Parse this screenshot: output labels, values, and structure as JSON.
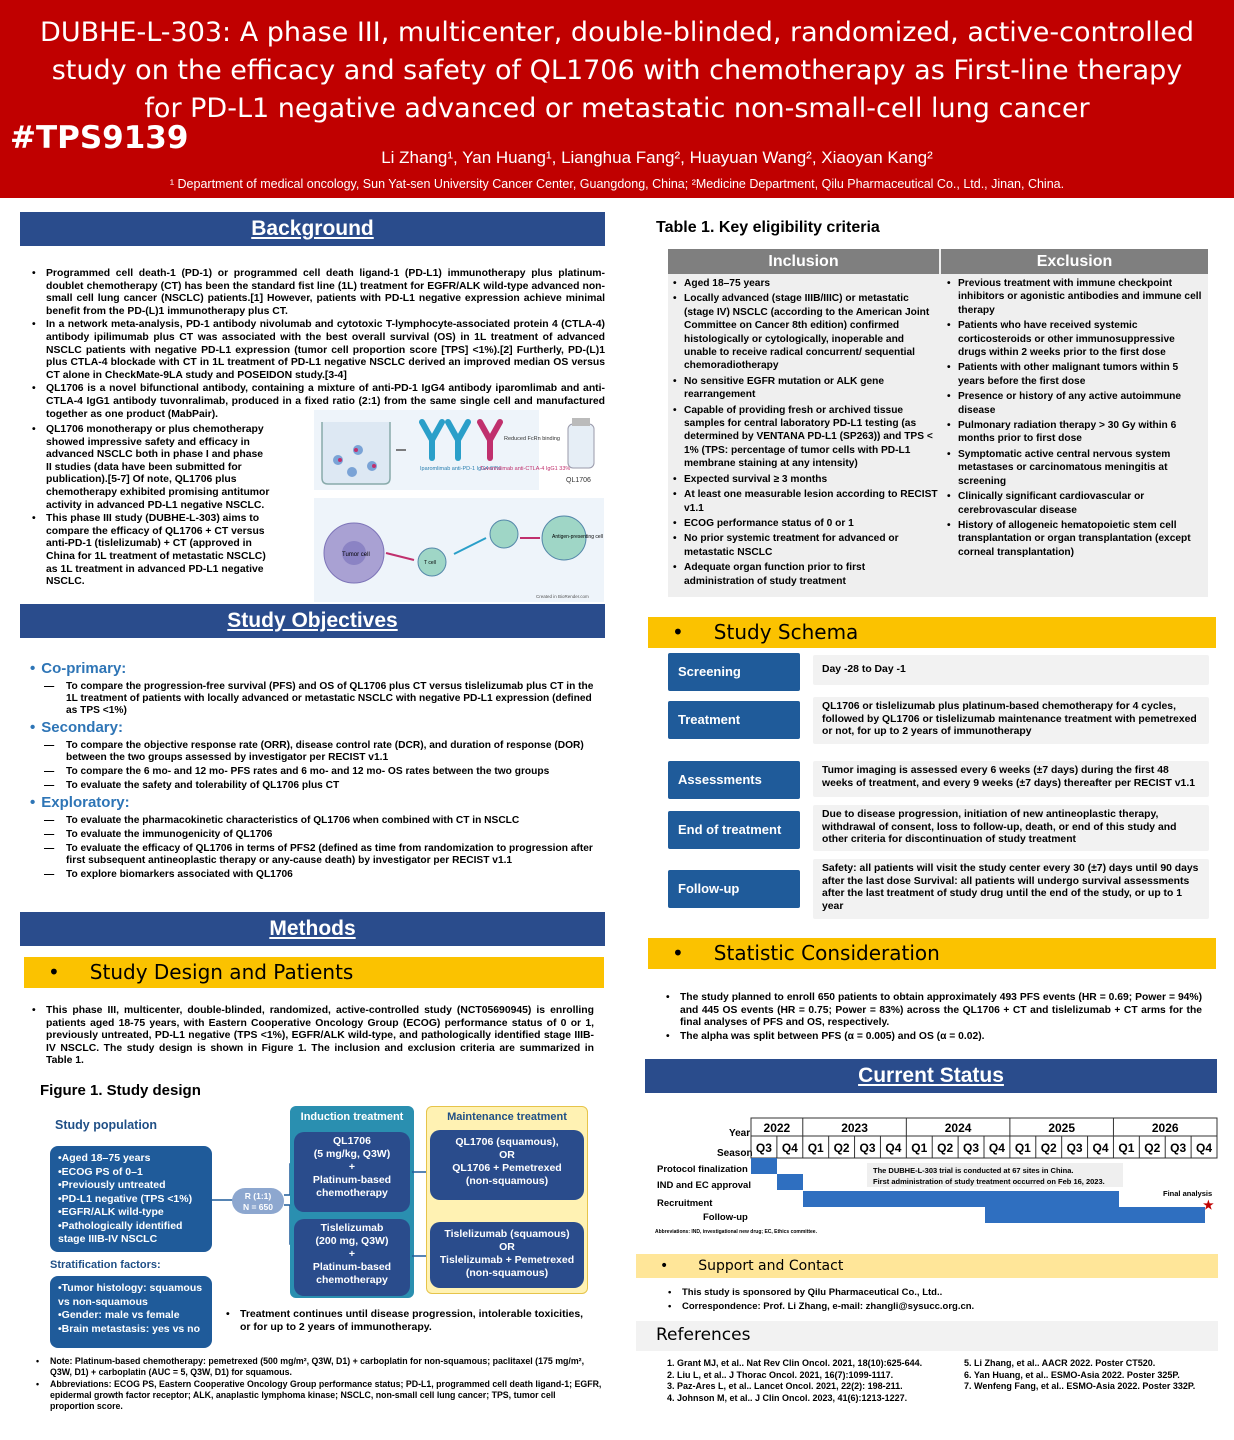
{
  "header": {
    "title": "DUBHE-L-303: A phase III, multicenter, double-blinded, randomized, active-controlled study on the efficacy and safety of QL1706 with chemotherapy as First-line therapy for PD-L1 negative advanced or metastatic non-small-cell lung cancer",
    "tps": "#TPS9139",
    "authors": "Li Zhang¹, Yan Huang¹, Lianghua Fang², Huayuan Wang², Xiaoyan Kang²",
    "affiliations": "¹ Department of medical oncology, Sun Yat-sen University Cancer Center, Guangdong, China; ²Medicine Department, Qilu Pharmaceutical Co., Ltd., Jinan, China."
  },
  "background": {
    "heading": "Background",
    "bullets": [
      "Programmed cell death-1 (PD-1) or programmed cell death ligand-1 (PD-L1) immunotherapy plus platinum-doublet chemotherapy (CT) has been the standard fist line (1L) treatment for EGFR/ALK wild-type advanced non-small cell lung cancer (NSCLC) patients.[1] However, patients with PD-L1 negative expression achieve minimal benefit from the PD-(L)1 immunotherapy plus CT.",
      "In a network meta-analysis, PD-1 antibody nivolumab and cytotoxic T-lymphocyte-associated protein 4 (CTLA-4) antibody ipilimumab plus CT was associated with the best overall survival (OS) in 1L treatment of advanced NSCLC patients with negative PD-L1 expression (tumor cell proportion score [TPS] <1%).[2] Furtherly, PD-(L)1 plus CTLA-4 blockade with CT in 1L treatment of PD-L1 negative NSCLC derived an improved median OS versus CT alone in CheckMate-9LA study and POSEIDON study.[3-4]",
      "QL1706 is a novel bifunctional antibody, containing a mixture of anti-PD-1 IgG4 antibody iparomlimab and anti-CTLA-4 IgG1 antibody tuvonralimab, produced in a fixed ratio (2:1) from the same single cell and manufactured together as one product (MabPair)."
    ],
    "bullets_narrow": [
      "QL1706 monotherapy or plus chemotherapy showed impressive safety and efficacy in advanced NSCLC both in phase I and phase II studies (data have been submitted for publication).[5-7] Of note, QL1706 plus chemotherapy exhibited promising antitumor activity in advanced PD-L1 negative NSCLC.",
      "This phase III study (DUBHE-L-303) aims to compare the efficacy of QL1706 + CT versus anti-PD-1 (tislelizumab) + CT (approved in China for 1L treatment of metastatic NSCLC) as 1L treatment in advanced PD-L1 negative NSCLC."
    ],
    "fig_labels": {
      "ipa": "Iparomlimab anti-PD-1 IgG4 67%",
      "tuv": "Tuvonralimab anti-CTLA-4 IgG1 33%",
      "fcrn": "Reduced FcRn binding",
      "vial": "QL1706",
      "tumor": "Tumor cell",
      "apc": "Antigen-presenting cell",
      "tcell": "T cell",
      "credit": "Created in BioRender.com"
    }
  },
  "objectives": {
    "heading": "Study Objectives",
    "groups": [
      {
        "title": "Co-primary:",
        "items": [
          "To compare the progression-free survival (PFS) and OS of QL1706 plus CT versus tislelizumab plus CT in the 1L treatment of patients with locally advanced or metastatic NSCLC with negative PD-L1 expression (defined as TPS <1%)"
        ]
      },
      {
        "title": "Secondary:",
        "items": [
          "To compare the objective response rate (ORR), disease control rate (DCR), and duration of response (DOR) between the two groups assessed by investigator per RECIST v1.1",
          "To compare the 6 mo- and 12 mo- PFS rates and 6 mo- and 12 mo- OS rates between the two groups",
          "To evaluate the safety and tolerability of QL1706 plus CT"
        ]
      },
      {
        "title": "Exploratory:",
        "items": [
          "To evaluate the pharmacokinetic characteristics of QL1706 when combined with CT in NSCLC",
          "To evaluate the immunogenicity of QL1706",
          "To evaluate the efficacy of QL1706 in terms of PFS2 (defined as time from randomization to progression after first subsequent antineoplastic therapy or any-cause death) by investigator per RECIST v1.1",
          "To explore biomarkers associated with QL1706"
        ]
      }
    ]
  },
  "methods": {
    "heading": "Methods",
    "design_heading": "Study Design and Patients",
    "design_text": "This phase III, multicenter, double-blinded, randomized, active-controlled study (NCT05690945) is enrolling patients aged 18-75 years, with Eastern Cooperative Oncology Group (ECOG) performance status of 0 or 1, previously untreated, PD-L1 negative (TPS <1%), EGFR/ALK wild-type, and pathologically identified stage IIIB-IV NSCLC. The study design is shown in Figure 1. The inclusion and exclusion criteria are summarized in Table 1.",
    "figure_title": "Figure 1. Study design",
    "fig": {
      "pop_title": "Study population",
      "pop_items": [
        "•Aged 18–75 years",
        "•ECOG PS of 0–1",
        "•Previously untreated",
        "•PD-L1 negative (TPS <1%)",
        "•EGFR/ALK wild-type",
        "•Pathologically identified",
        " stage IIIB-IV NSCLC"
      ],
      "strat_title": "Stratification factors:",
      "strat_items": [
        "•Tumor histology: squamous",
        " vs non-squamous",
        "•Gender: male vs female",
        "•Brain metastasis: yes vs no"
      ],
      "rand": "R (1:1)",
      "n": "N = 650",
      "induction": "Induction treatment",
      "maintenance": "Maintenance treatment",
      "arm1_ind": [
        "QL1706",
        "(5 mg/kg, Q3W)",
        "+",
        "Platinum-based",
        "chemotherapy"
      ],
      "arm2_ind": [
        "Tislelizumab",
        "(200 mg, Q3W)",
        "+",
        "Platinum-based",
        "chemotherapy"
      ],
      "arm1_main": [
        "QL1706 (squamous),",
        "OR",
        "QL1706 + Pemetrexed",
        "(non-squamous)"
      ],
      "arm2_main": [
        "Tislelizumab (squamous)",
        "OR",
        "Tislelizumab + Pemetrexed",
        "(non-squamous)"
      ],
      "continue": "Treatment continues until disease progression, intolerable toxicities, or for up to 2 years of immunotherapy."
    },
    "notes": [
      "Note: Platinum-based chemotherapy: pemetrexed (500 mg/m², Q3W, D1) + carboplatin for non-squamous; paclitaxel (175 mg/m², Q3W, D1) + carboplatin (AUC = 5, Q3W, D1) for squamous.",
      "Abbreviations: ECOG PS, Eastern Cooperative Oncology Group performance status; PD-L1, programmed cell death ligand-1; EGFR, epidermal growth factor receptor; ALK, anaplastic lymphoma kinase; NSCLC, non-small cell lung cancer; TPS, tumor cell proportion score."
    ]
  },
  "table1": {
    "title": "Table 1. Key eligibility criteria",
    "inclusion_head": "Inclusion",
    "exclusion_head": "Exclusion",
    "inclusion": [
      "Aged 18–75 years",
      "Locally advanced (stage IIIB/IIIC) or metastatic (stage IV) NSCLC (according to the American Joint Committee on Cancer 8th edition) confirmed histologically or cytologically, inoperable and unable to receive radical concurrent/ sequential chemoradiotherapy",
      "No sensitive EGFR mutation or ALK gene rearrangement",
      "Capable of providing fresh or archived tissue samples for central laboratory PD-L1 testing (as determined by VENTANA PD-L1 (SP263)) and TPS < 1% (TPS: percentage of tumor cells with PD-L1 membrane staining at any intensity)",
      "Expected survival ≥ 3 months",
      "At least one measurable lesion according to RECIST v1.1",
      "ECOG performance status of 0 or 1",
      "No prior systemic treatment for advanced or metastatic NSCLC",
      "Adequate organ function prior to first administration of study treatment"
    ],
    "exclusion": [
      "Previous treatment with immune checkpoint inhibitors or agonistic antibodies and immune cell therapy",
      "Patients who have received systemic corticosteroids or other immunosuppressive drugs within 2 weeks prior to the first dose",
      "Patients with other malignant tumors within 5 years before the first dose",
      "Presence or history of any active autoimmune disease",
      "Pulmonary radiation therapy > 30 Gy within 6 months prior to first dose",
      "Symptomatic active central nervous system metastases or carcinomatous meningitis at screening",
      "Clinically significant cardiovascular or cerebrovascular disease",
      "History of allogeneic hematopoietic stem cell transplantation or organ transplantation (except corneal transplantation)"
    ]
  },
  "schema": {
    "heading": "Study Schema",
    "rows": [
      {
        "label": "Screening",
        "text": "Day -28 to Day -1"
      },
      {
        "label": "Treatment",
        "text": "QL1706 or tislelizumab plus platinum-based chemotherapy for 4 cycles, followed by QL1706 or tislelizumab maintenance treatment with pemetrexed or not, for up to 2 years of immunotherapy"
      },
      {
        "label": "Assessments",
        "text": "Tumor imaging is assessed every 6 weeks (±7 days) during the first 48 weeks of treatment, and every 9 weeks (±7 days) thereafter per RECIST v1.1"
      },
      {
        "label": "End of treatment",
        "text": "Due to disease progression, initiation of new antineoplastic therapy, withdrawal of consent, loss to follow-up, death, or end of this study and other criteria for discontinuation of study treatment"
      },
      {
        "label": "Follow-up",
        "text": "Safety: all patients will visit the study center every 30 (±7) days until 90 days after the last dose Survival: all patients will undergo survival assessments after the last treatment of study drug until the end of the study, or up to 1 year"
      }
    ]
  },
  "statistics": {
    "heading": "Statistic Consideration",
    "bullets": [
      "The study planned to enroll 650 patients to obtain approximately 493 PFS events (HR = 0.69; Power = 94%) and 445 OS events (HR = 0.75; Power = 83%) across the QL1706 + CT and tislelizumab + CT arms for the final analyses of PFS and OS, respectively.",
      "The alpha was split between PFS (α = 0.005) and OS (α = 0.02)."
    ]
  },
  "status": {
    "heading": "Current Status",
    "year_label": "Year",
    "season_label": "Season",
    "years": [
      "2022",
      "2023",
      "2024",
      "2025",
      "2026"
    ],
    "seasons": [
      "Q3",
      "Q4",
      "Q1",
      "Q2",
      "Q3",
      "Q4",
      "Q1",
      "Q2",
      "Q3",
      "Q4",
      "Q1",
      "Q2",
      "Q3",
      "Q4",
      "Q1",
      "Q2",
      "Q3",
      "Q4"
    ],
    "rows": [
      "Protocol finalization",
      "IND and EC approval",
      "Recruitment",
      "Follow-up"
    ],
    "note1": "The DUBHE-L-303 trial is conducted at 67 sites in China.",
    "note2": "First administration of study treatment occurred on Feb 16, 2023.",
    "final": "Final analysis",
    "abbr": "Abbreviations: IND, investigational new drug; EC, Ethics committee.",
    "bar_color": "#2f6fc0"
  },
  "support": {
    "heading": "Support and Contact",
    "items": [
      "This study is sponsored by Qilu Pharmaceutical Co., Ltd..",
      "Correspondence: Prof. Li Zhang, e-mail: zhangli@sysucc.org.cn."
    ]
  },
  "references": {
    "heading": "References",
    "left": [
      "1.    Grant MJ, et al.. Nat Rev Clin Oncol. 2021, 18(10):625-644.",
      "2.    Liu L, et al.. J Thorac Oncol. 2021, 16(7):1099-1117.",
      "3.    Paz-Ares L, et al.. Lancet Oncol. 2021, 22(2): 198-211.",
      "4.    Johnson M, et al.. J Clin Oncol. 2023, 41(6):1213-1227."
    ],
    "right": [
      "5.    Li Zhang, et al.. AACR 2022. Poster CT520.",
      "6.    Yan Huang, et al.. ESMO-Asia 2022. Poster 325P.",
      "7.    Wenfeng Fang, et al.. ESMO-Asia 2022. Poster 332P."
    ]
  },
  "colors": {
    "header": "#c00000",
    "section": "#2a4c8c",
    "accent": "#fbc200"
  }
}
